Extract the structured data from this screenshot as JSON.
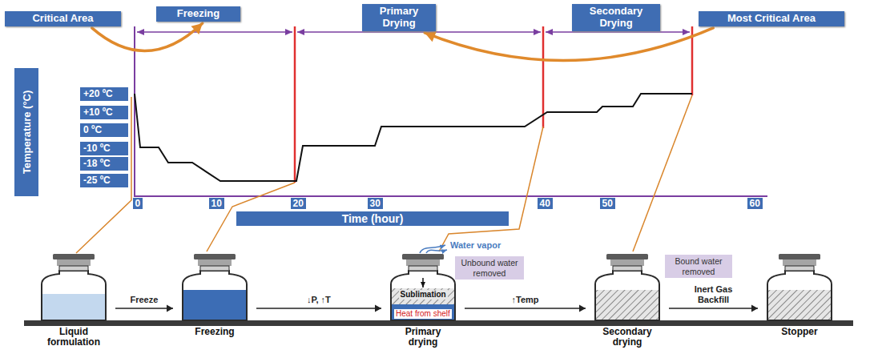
{
  "diagram": {
    "nodes": [
      {
        "text": [
          "Critical Area"
        ]
      },
      {
        "text": [
          "Freezing"
        ]
      },
      {
        "text": [
          "Primary Drying"
        ]
      },
      {
        "text": [
          "Secondary Drying"
        ]
      },
      {
        "text": [
          "Most Critical Area"
        ]
      },
      {
        "text": [
          "Temperature (°C)"
        ]
      },
      {
        "text": [
          "+20 ºC"
        ]
      },
      {
        "text": [
          "+10 ºC"
        ]
      },
      {
        "text": [
          "0 ºC"
        ]
      },
      {
        "text": [
          "-10 ºC"
        ]
      },
      {
        "text": [
          "-18 ºC"
        ]
      },
      {
        "text": [
          "-25 ºC"
        ]
      },
      {
        "text": [
          "0"
        ]
      },
      {
        "text": [
          "10"
        ]
      },
      {
        "text": [
          "20"
        ]
      },
      {
        "text": [
          "30"
        ]
      },
      {
        "text": [
          "40"
        ]
      },
      {
        "text": [
          "50"
        ]
      },
      {
        "text": [
          "60"
        ]
      },
      {
        "text": [
          "Time (hour)"
        ]
      },
      {
        "text": [
          "Liquid formulation"
        ]
      },
      {
        "text": [
          "Freezing"
        ]
      },
      {
        "text": [
          "Primary drying"
        ]
      },
      {
        "text": [
          "Unbound water removed"
        ]
      },
      {
        "text": [
          "Secondary drying"
        ]
      },
      {
        "text": [
          "Bound water removed"
        ]
      },
      {
        "text": [
          "Stopper"
        ]
      }
    ],
    "edges": [
      {
        "from": 0,
        "to": 1,
        "arrow": "to"
      },
      {
        "from": 4,
        "to": 2,
        "arrow": "to"
      },
      {
        "from": 20,
        "to": 21,
        "label": "Freeze",
        "arrow": "to"
      },
      {
        "from": 21,
        "to": 22,
        "label": "↓P, ↑T",
        "arrow": "to"
      },
      {
        "from": 22,
        "to": 24,
        "label": "↑Temp",
        "arrow": "to"
      },
      {
        "from": 24,
        "to": 26,
        "label": "Inert Gas Backfill",
        "arrow": "to"
      }
    ],
    "labels": [
      "Water vapor",
      "Sublimation",
      "Heat from shelf"
    ]
  }
}
